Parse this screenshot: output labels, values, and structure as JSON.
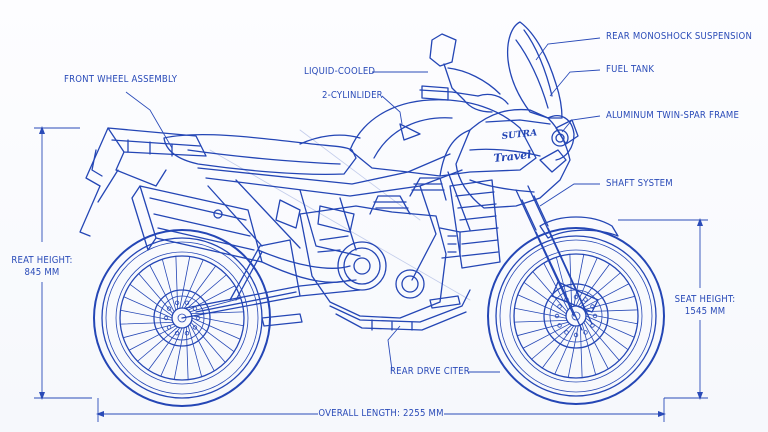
{
  "callouts": {
    "front_wheel": "FRONT WHEEL ASSEMBLY",
    "liquid_cooled": "LIQUID-COOLED",
    "two_cylinder": "2-CYLINLIDER",
    "rear_monoshock": "REAR MONOSHOCK SUSPENSION",
    "fuel_tank": "FUEL TANK",
    "aluminum_frame": "ALUMINUM TWIN-SPAR FRAME",
    "shaft_system": "SHAFT SYSTEM",
    "rear_drive": "REAR DRVE CITER"
  },
  "dimensions": {
    "left_height_label": "REAT HEIGHT:",
    "left_height_value": "845 MM",
    "seat_height_label": "SEAT HEIGHT:",
    "seat_height_value": "1545 MM",
    "overall_length": "OVERALL LENGTH: 2255 MM"
  },
  "fairing_text": {
    "line1": "SUTRA",
    "line2": "Travel"
  },
  "colors": {
    "ink": "#2446b5",
    "paper": "#fbfcfe"
  }
}
